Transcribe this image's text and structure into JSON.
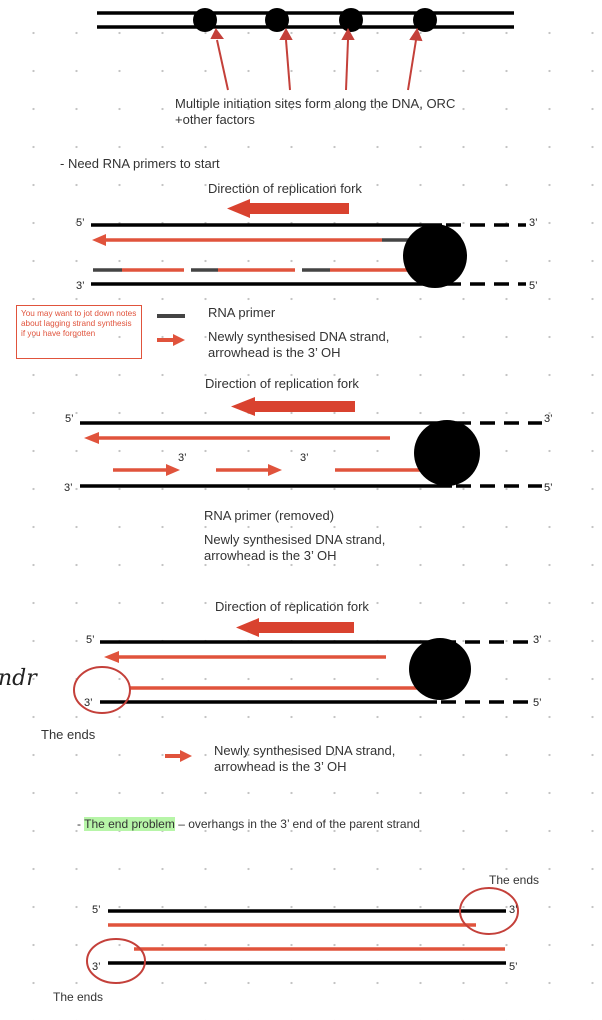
{
  "colors": {
    "strand": "#000000",
    "new_dna": "#e0533c",
    "fork_arrow": "#d9422f",
    "primer": "#444444",
    "highlight": "#b7f5a8",
    "circle_annotation": "#c4403a"
  },
  "initiation": {
    "caption_line1": "Multiple initiation sites form along the DNA, ORC",
    "caption_line2": "+other factors"
  },
  "primers_heading": "- Need RNA primers to start",
  "fork_label": "Direction of replication fork",
  "end_5": "5’",
  "end_3": "3’",
  "legend": {
    "rna_primer": "RNA primer",
    "rna_primer_removed": "RNA primer (removed)",
    "new_strand_line1": "Newly synthesised DNA strand,",
    "new_strand_line2": "arrowhead is the 3’ OH"
  },
  "note": "You may want to jot down notes about lagging strand synthesis if you have forgotten",
  "the_ends": "The ends",
  "handwriting": "ndr",
  "end_problem": {
    "prefix": "- ",
    "highlight": "The end problem",
    "rest": " – overhangs in the 3’ end of the parent strand"
  },
  "icons": [
    "arrow-right-icon",
    "replication-fork-arrow-icon",
    "helicase-circle-icon"
  ]
}
